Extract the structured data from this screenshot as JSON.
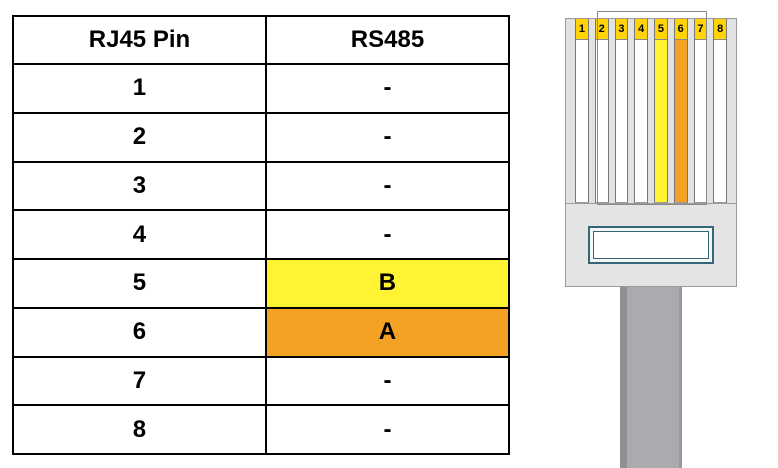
{
  "table": {
    "headers": [
      "RJ45 Pin",
      "RS485"
    ],
    "rows": [
      {
        "pin": "1",
        "signal": "-",
        "highlight": "none"
      },
      {
        "pin": "2",
        "signal": "-",
        "highlight": "none"
      },
      {
        "pin": "3",
        "signal": "-",
        "highlight": "none"
      },
      {
        "pin": "4",
        "signal": "-",
        "highlight": "none"
      },
      {
        "pin": "5",
        "signal": "B",
        "highlight": "yellow"
      },
      {
        "pin": "6",
        "signal": "A",
        "highlight": "orange"
      },
      {
        "pin": "7",
        "signal": "-",
        "highlight": "none"
      },
      {
        "pin": "8",
        "signal": "-",
        "highlight": "none"
      }
    ]
  },
  "connector": {
    "pin_labels": [
      "1",
      "2",
      "3",
      "4",
      "5",
      "6",
      "7",
      "8"
    ],
    "pin_colors": [
      "white",
      "white",
      "white",
      "white",
      "yellow",
      "orange",
      "white",
      "white"
    ]
  },
  "colors": {
    "yellow": "#FFF333",
    "orange": "#F5A124",
    "badge": "#FFD400"
  }
}
